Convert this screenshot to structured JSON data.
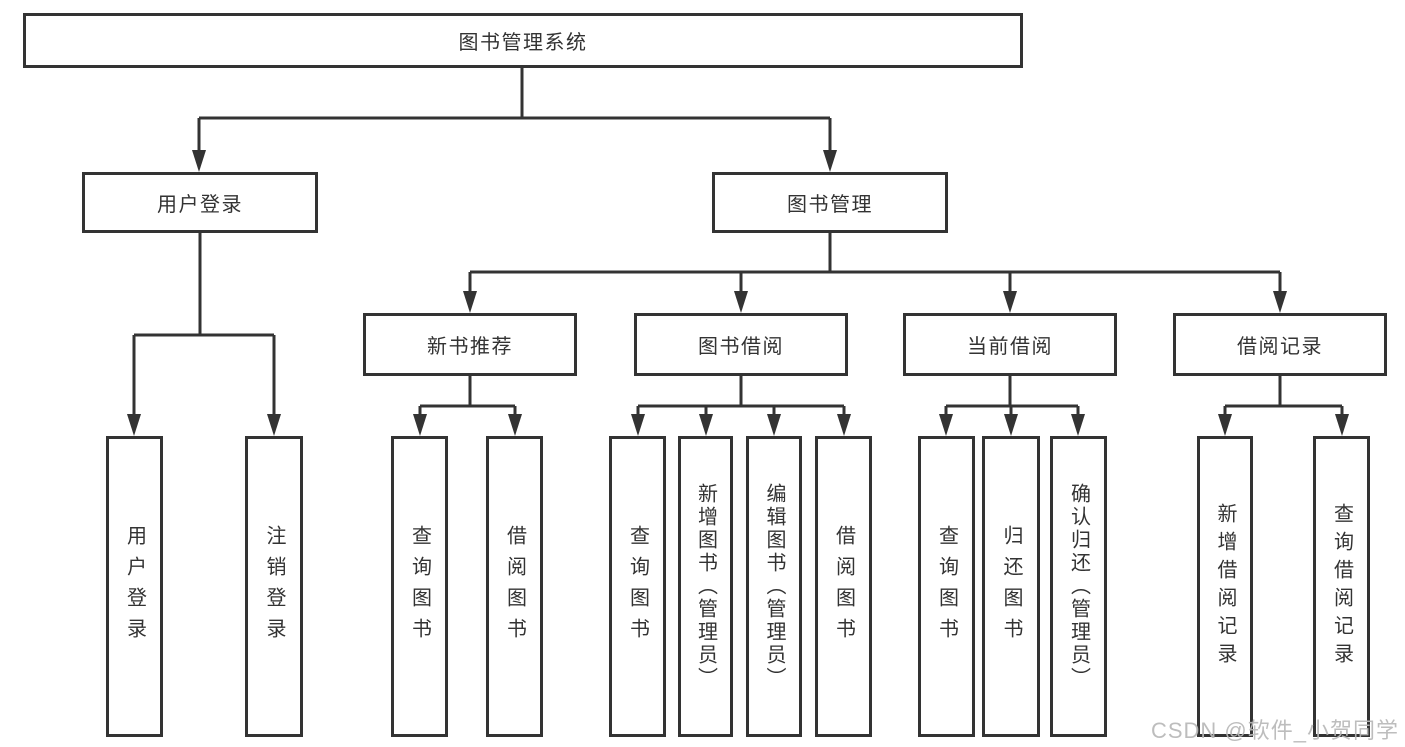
{
  "diagram": {
    "title": "图书管理系统",
    "root": {
      "label": "图书管理系统"
    },
    "level2": [
      {
        "label": "用户登录"
      },
      {
        "label": "图书管理"
      }
    ],
    "level3": [
      {
        "label": "新书推荐",
        "parent": "图书管理"
      },
      {
        "label": "图书借阅",
        "parent": "图书管理"
      },
      {
        "label": "当前借阅",
        "parent": "图书管理"
      },
      {
        "label": "借阅记录",
        "parent": "图书管理"
      }
    ],
    "leaves": [
      {
        "label": "用户登录",
        "parent": "用户登录"
      },
      {
        "label": "注销登录",
        "parent": "用户登录"
      },
      {
        "label": "查询图书",
        "parent": "新书推荐"
      },
      {
        "label": "借阅图书",
        "parent": "新书推荐"
      },
      {
        "label": "查询图书",
        "parent": "图书借阅"
      },
      {
        "label": "新增图书（管理员）",
        "parent": "图书借阅"
      },
      {
        "label": "编辑图书（管理员）",
        "parent": "图书借阅"
      },
      {
        "label": "借阅图书",
        "parent": "图书借阅"
      },
      {
        "label": "查询图书",
        "parent": "当前借阅"
      },
      {
        "label": "归还图书",
        "parent": "当前借阅"
      },
      {
        "label": "确认归还（管理员）",
        "parent": "当前借阅"
      },
      {
        "label": "新增借阅记录",
        "parent": "借阅记录"
      },
      {
        "label": "查询借阅记录",
        "parent": "借阅记录"
      }
    ]
  },
  "watermark": {
    "text": "CSDN @软件_小贺同学"
  },
  "colors": {
    "line": "#333333",
    "box_border": "#333333",
    "text": "#333333",
    "background": "#ffffff",
    "watermark": "#b7b7b7"
  }
}
